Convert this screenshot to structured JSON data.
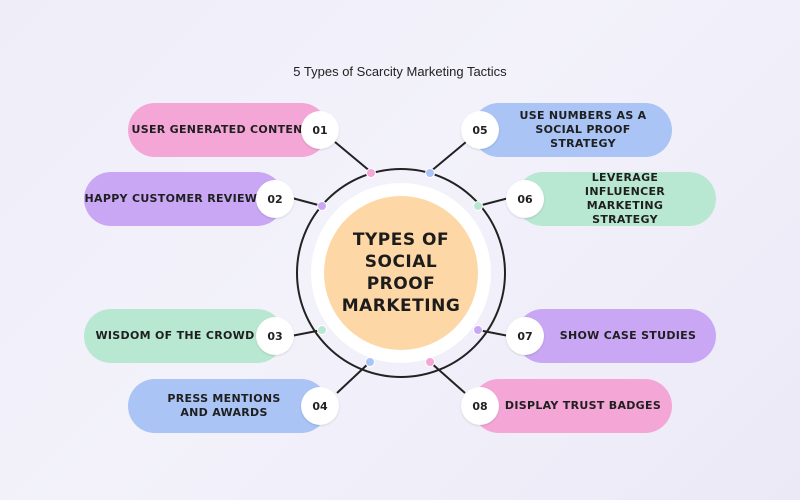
{
  "title": "5 Types of Scarcity Marketing Tactics",
  "hub": {
    "label": "TYPES OF SOCIAL PROOF MARKETING"
  },
  "items": [
    {
      "num": "01",
      "label": "User Generated Content",
      "color": "#f4a6d7"
    },
    {
      "num": "02",
      "label": "Happy Customer Reviews",
      "color": "#c9a7f5"
    },
    {
      "num": "03",
      "label": "Wisdom of the Crowd",
      "color": "#b9e8d2"
    },
    {
      "num": "04",
      "label": "Press Mentions and Awards",
      "color": "#a9c4f5"
    },
    {
      "num": "05",
      "label": "Use Numbers as a Social Proof Strategy",
      "color": "#a9c4f5"
    },
    {
      "num": "06",
      "label": "Leverage Influencer Marketing Strategy",
      "color": "#b9e8d2"
    },
    {
      "num": "07",
      "label": "Show Case Studies",
      "color": "#c9a7f5"
    },
    {
      "num": "08",
      "label": "Display Trust Badges",
      "color": "#f4a6d7"
    }
  ],
  "colors": {
    "pink": "#f4a6d7",
    "purple": "#c9a7f5",
    "green": "#b9e8d2",
    "blue": "#a9c4f5",
    "hub": "#fdd7a6"
  }
}
